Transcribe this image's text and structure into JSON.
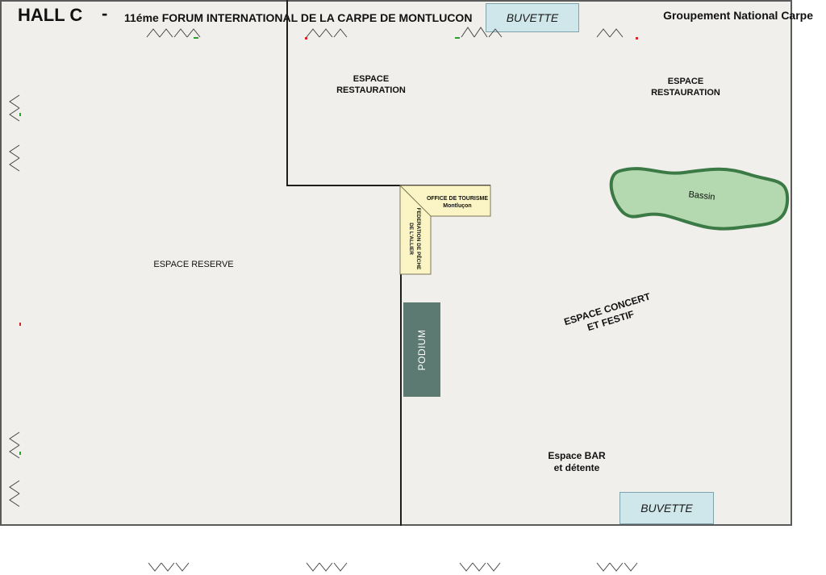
{
  "header": {
    "title": "HALL C",
    "dash": "-",
    "subtitle": "11éme FORUM INTERNATIONAL DE LA CARPE DE MONTLUCON",
    "organization": "Groupement National Carpe"
  },
  "zones": {
    "espace_reserve": "ESPACE RESERVE",
    "restauration_left": [
      "ESPACE",
      "RESTAURATION"
    ],
    "restauration_right": [
      "ESPACE",
      "RESTAURATION"
    ],
    "buvette_top": "BUVETTE",
    "buvette_bottom": "BUVETTE",
    "office_tourisme": [
      "OFFICE DE TOURISME",
      "Montluçon"
    ],
    "federation_peche": [
      "FEDERATION DE PÊCHE",
      "DE L'ALLIER"
    ],
    "podium": "PODIUM",
    "bassin": "Bassin",
    "concert": [
      "ESPACE CONCERT",
      "ET FESTIF"
    ],
    "bar": [
      "Espace BAR",
      "et détente"
    ]
  },
  "colors": {
    "floor": "#f0efec",
    "wall": "#1e1e1e",
    "buvette": "#cfe6ea",
    "booth": "#fbf5c5",
    "podium": "#5d7a72",
    "bassin_fill": "#b4d8b0",
    "bassin_border": "#3b7a45"
  }
}
